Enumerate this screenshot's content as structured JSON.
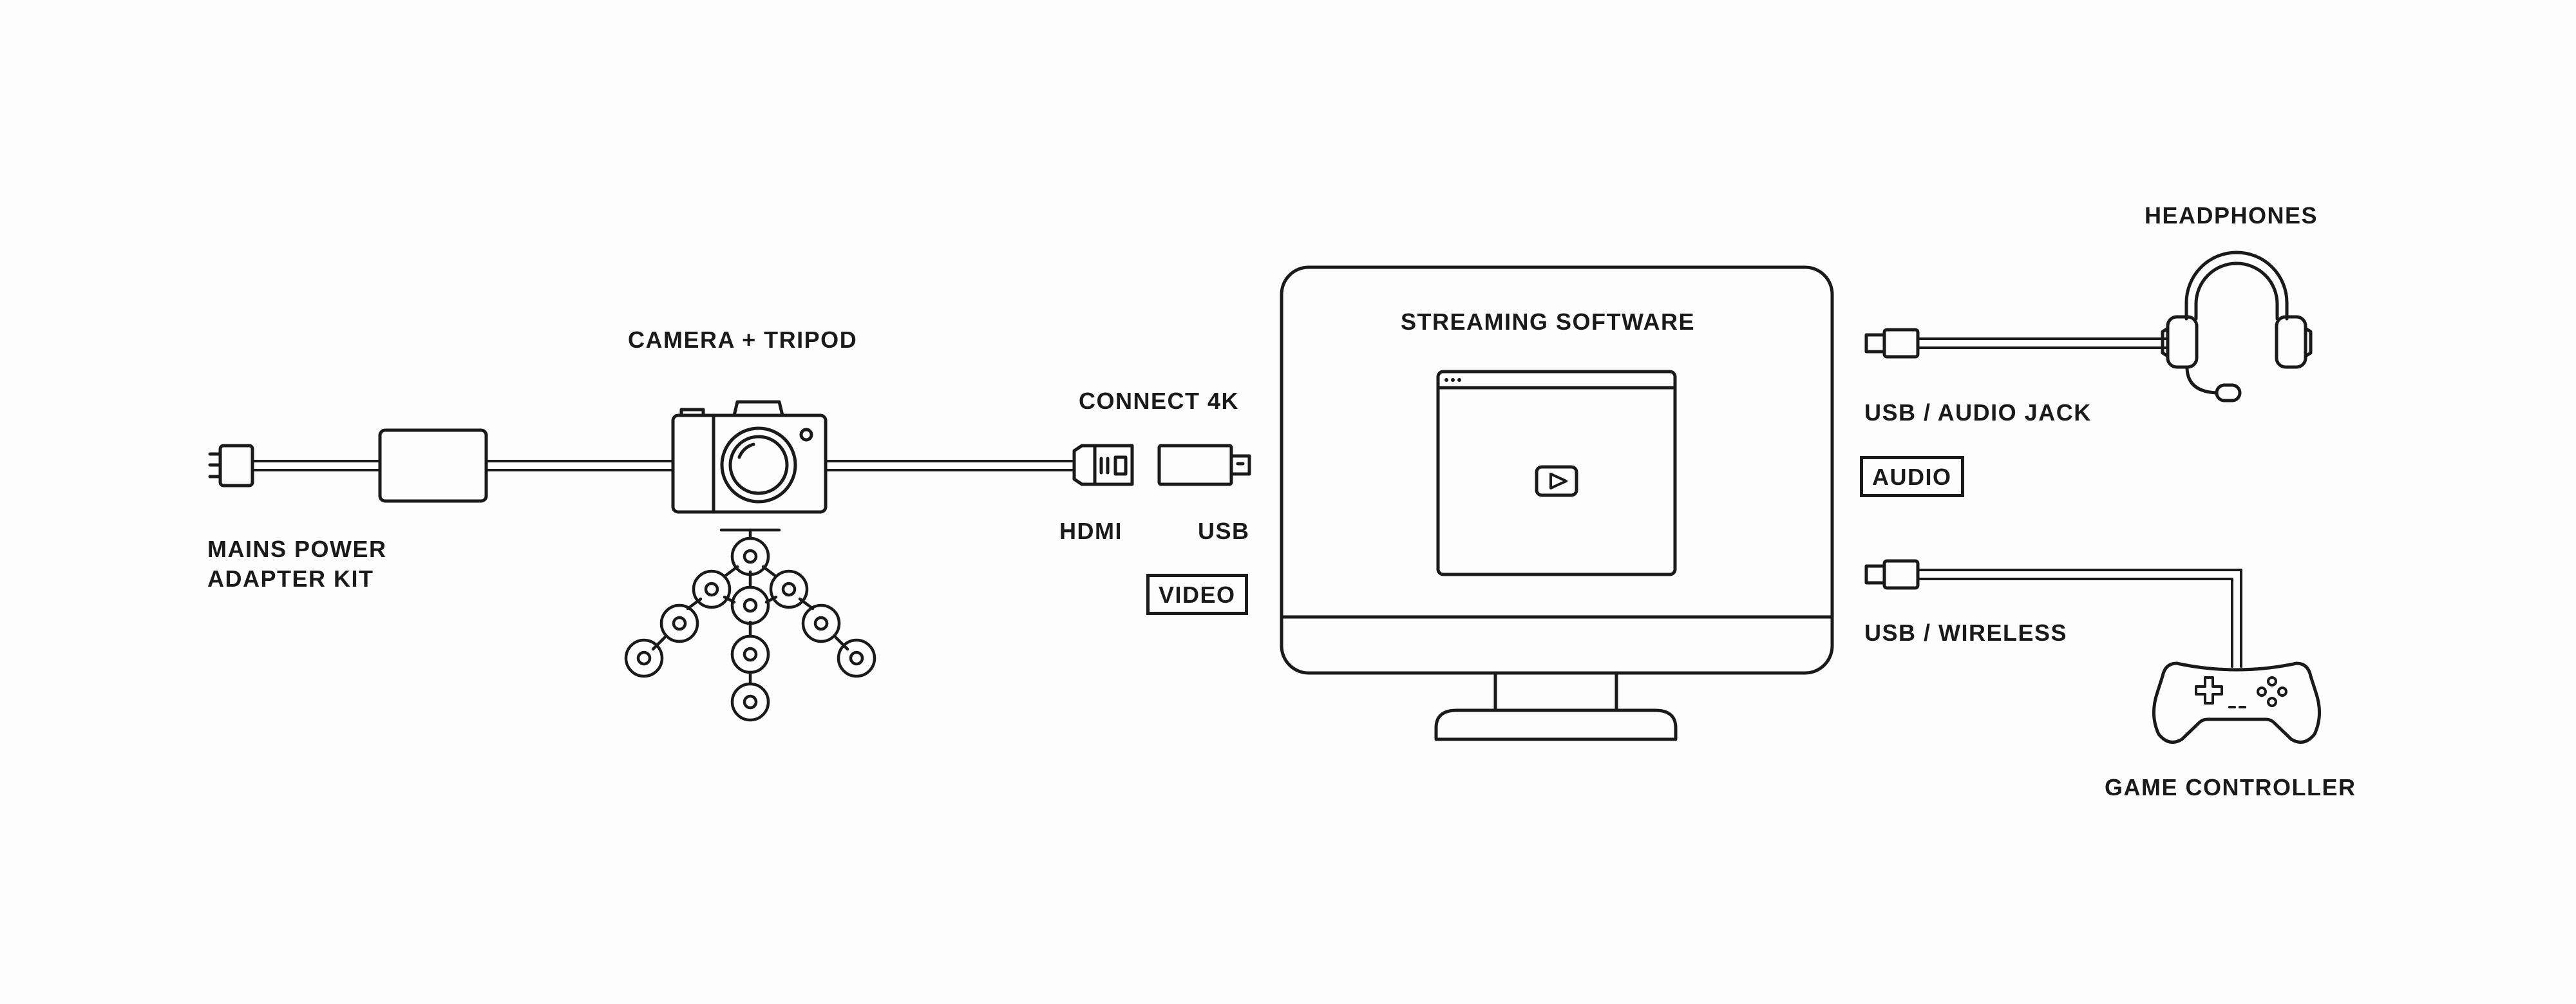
{
  "diagram": {
    "labels": {
      "mains_power_line1": "MAINS POWER",
      "mains_power_line2": "ADAPTER KIT",
      "camera_tripod": "CAMERA + TRIPOD",
      "connect_4k": "CONNECT 4K",
      "hdmi": "HDMI",
      "usb": "USB",
      "video": "VIDEO",
      "streaming_software": "STREAMING SOFTWARE",
      "headphones": "HEADPHONES",
      "usb_audio_jack": "USB / AUDIO JACK",
      "audio": "AUDIO",
      "usb_wireless": "USB / WIRELESS",
      "game_controller": "GAME CONTROLLER"
    },
    "icons": [
      "power-plug-icon",
      "power-adapter-icon",
      "camera-icon",
      "tripod-icon",
      "hdmi-connector-icon",
      "usb-capture-device-icon",
      "monitor-icon",
      "browser-window-icon",
      "play-button-icon",
      "usb-connector-icon",
      "headphones-icon",
      "game-controller-icon"
    ],
    "colors": {
      "line": "#1a1a1a",
      "background": "#fdfdfd"
    }
  }
}
